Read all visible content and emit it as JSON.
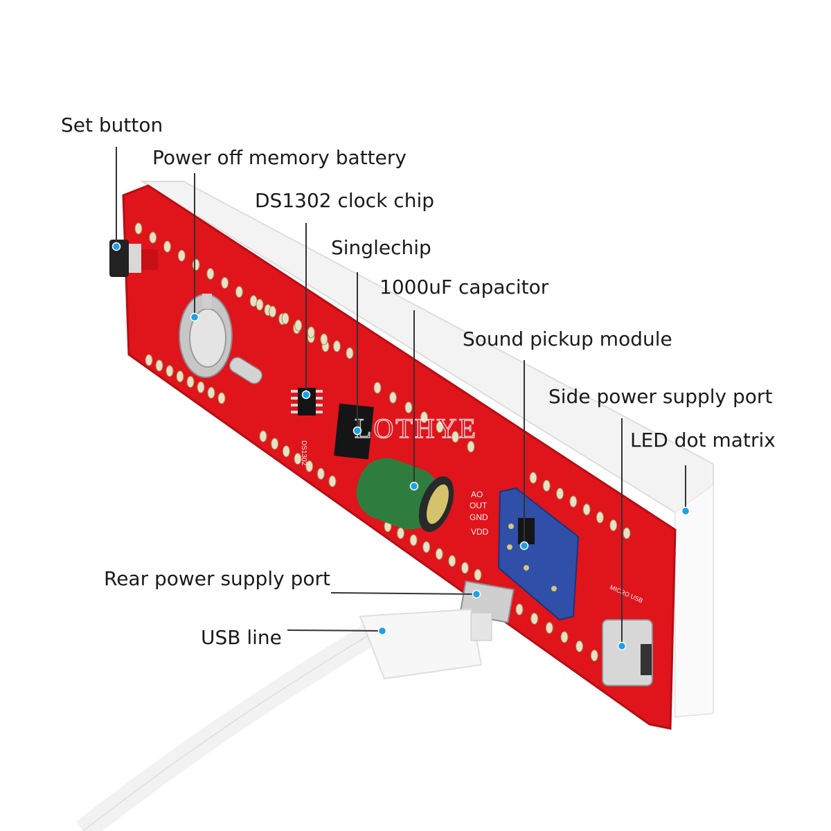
{
  "colors": {
    "pcb": "#e0141b",
    "pcb_dark": "#b50e14",
    "display": "#f4f4f4",
    "leader": "#333333",
    "dot": "#1da1e6",
    "capacitor": "#2e7d3e",
    "module": "#2f4fa8"
  },
  "watermark": "LOTHYE",
  "pcb_silkscreen": {
    "chip_label": "DS1302",
    "pins": [
      "AO",
      "OUT",
      "GND",
      "VDD"
    ],
    "usb_label": "MICRO USB"
  },
  "callouts": [
    {
      "id": "set-button",
      "label": "Set button"
    },
    {
      "id": "memory-battery",
      "label": "Power off memory battery"
    },
    {
      "id": "clock-chip",
      "label": "DS1302 clock chip"
    },
    {
      "id": "singlechip",
      "label": "Singlechip"
    },
    {
      "id": "capacitor",
      "label": "1000uF capacitor"
    },
    {
      "id": "sound-module",
      "label": "Sound pickup module"
    },
    {
      "id": "side-power-port",
      "label": "Side power supply port"
    },
    {
      "id": "led-dot-matrix",
      "label": "LED dot matrix"
    },
    {
      "id": "rear-power-port",
      "label": "Rear power supply port"
    },
    {
      "id": "usb-line",
      "label": "USB line"
    }
  ]
}
